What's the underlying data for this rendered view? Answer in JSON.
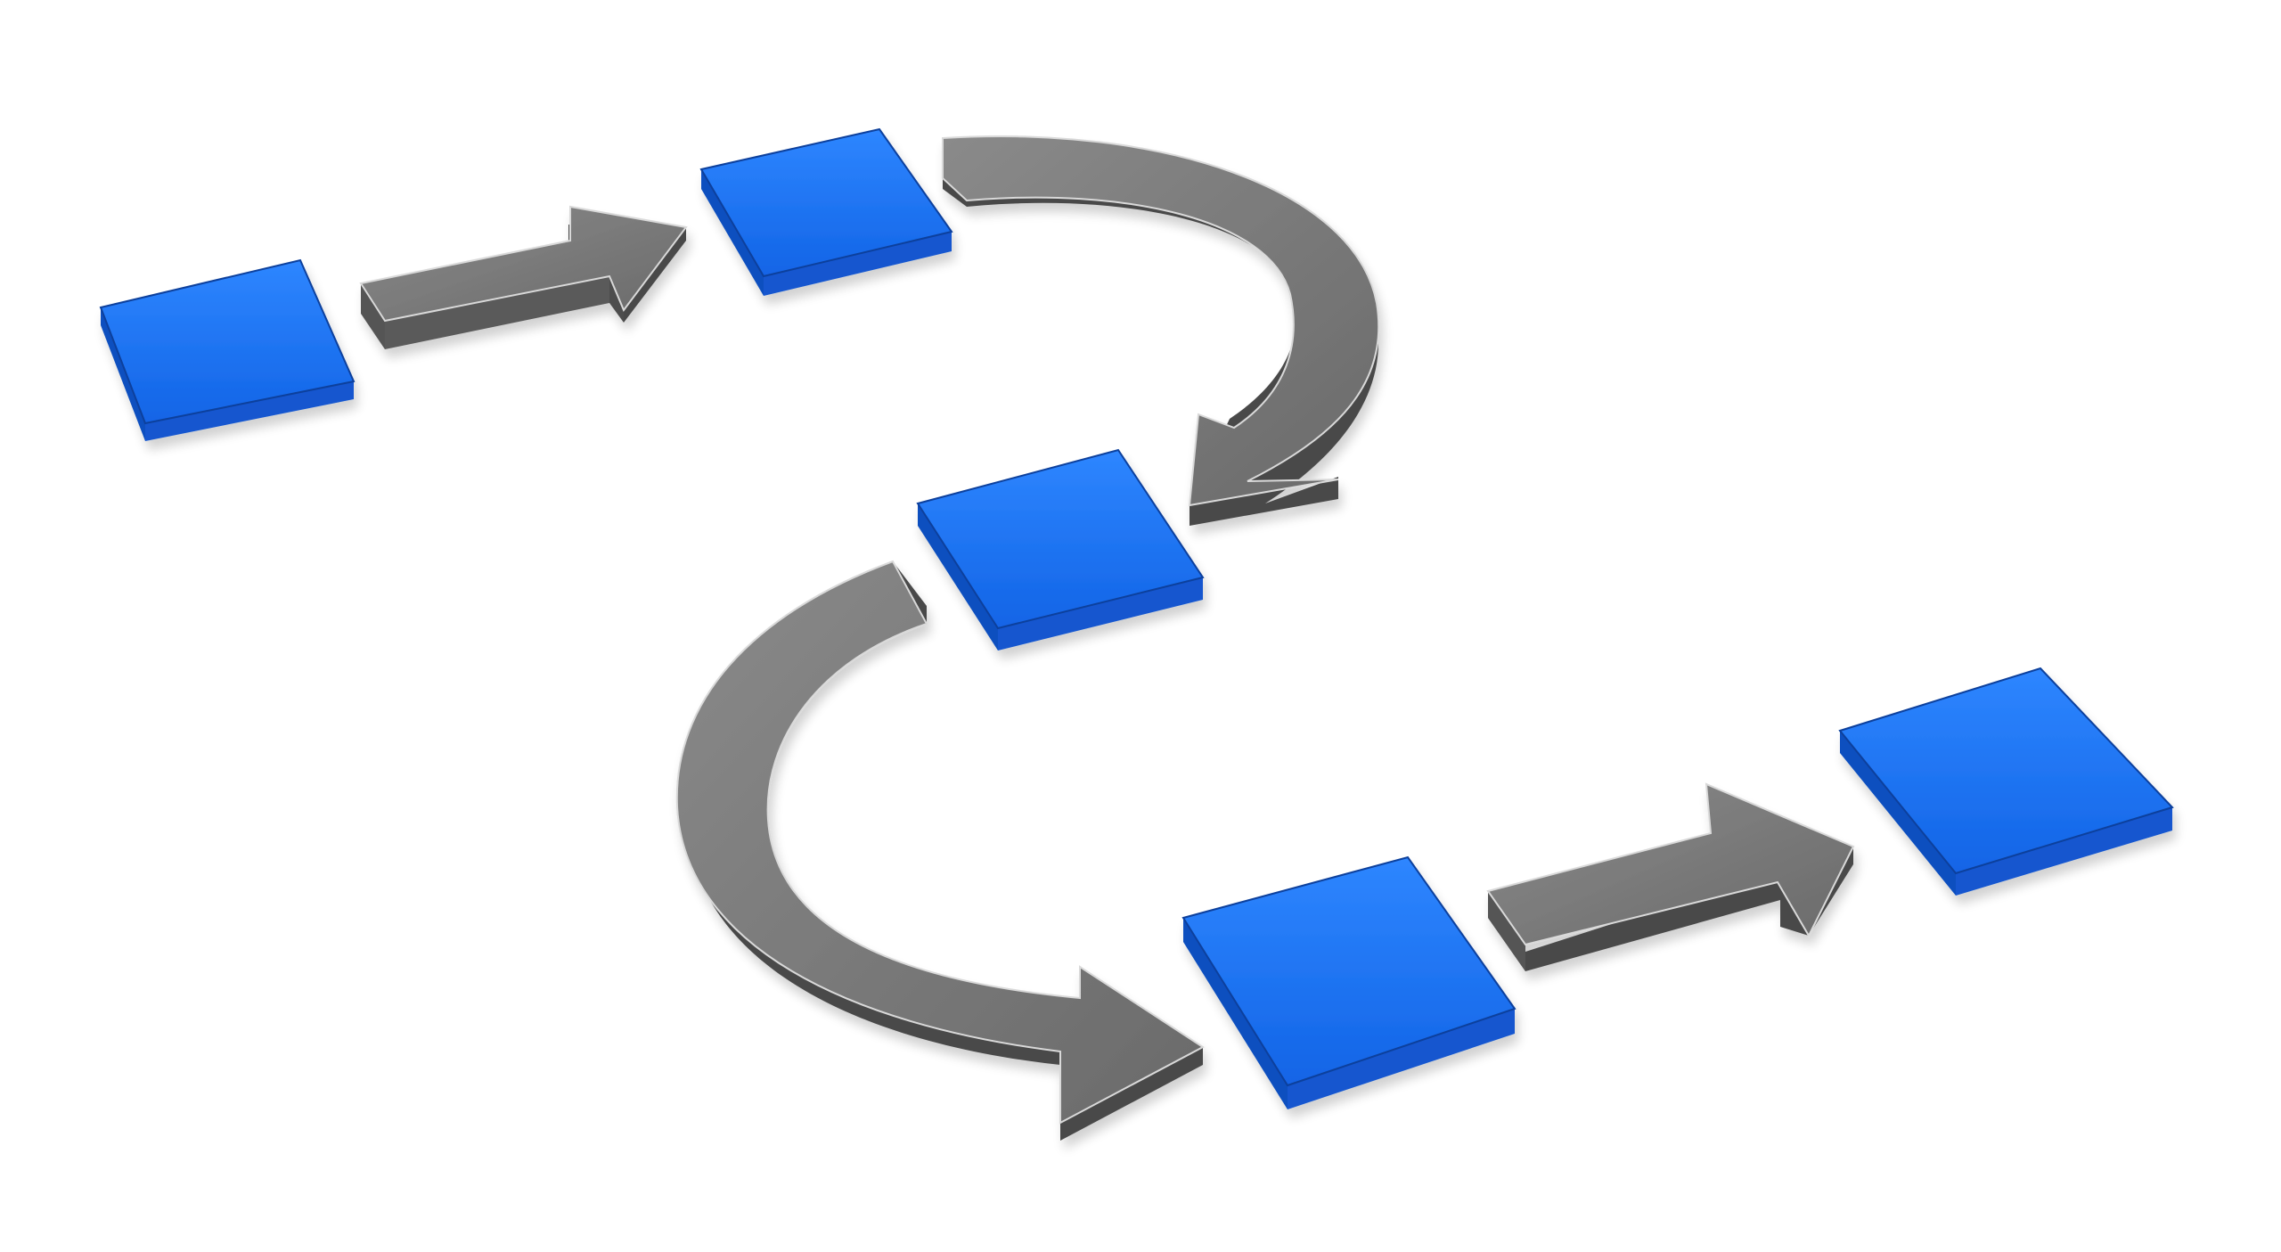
{
  "diagram": {
    "kind": "process-flow",
    "background_color": "#ffffff",
    "colors": {
      "block_top": "#1a72f5",
      "block_side": "#0f4fbf",
      "block_edge": "#0a3f9c",
      "arrow_top": "#7b7b7b",
      "arrow_side": "#4a4a4a",
      "arrow_edge": "#d8d8d8"
    },
    "steps": [
      {
        "id": "step-1",
        "label": ""
      },
      {
        "id": "step-2",
        "label": ""
      },
      {
        "id": "step-3",
        "label": ""
      },
      {
        "id": "step-4",
        "label": ""
      },
      {
        "id": "step-5",
        "label": ""
      }
    ],
    "connectors": [
      {
        "id": "arrow-1",
        "from": "step-1",
        "to": "step-2",
        "shape": "straight"
      },
      {
        "id": "arrow-2",
        "from": "step-2",
        "to": "step-3",
        "shape": "curved"
      },
      {
        "id": "arrow-3",
        "from": "step-3",
        "to": "step-4",
        "shape": "curved"
      },
      {
        "id": "arrow-4",
        "from": "step-4",
        "to": "step-5",
        "shape": "straight"
      }
    ]
  }
}
